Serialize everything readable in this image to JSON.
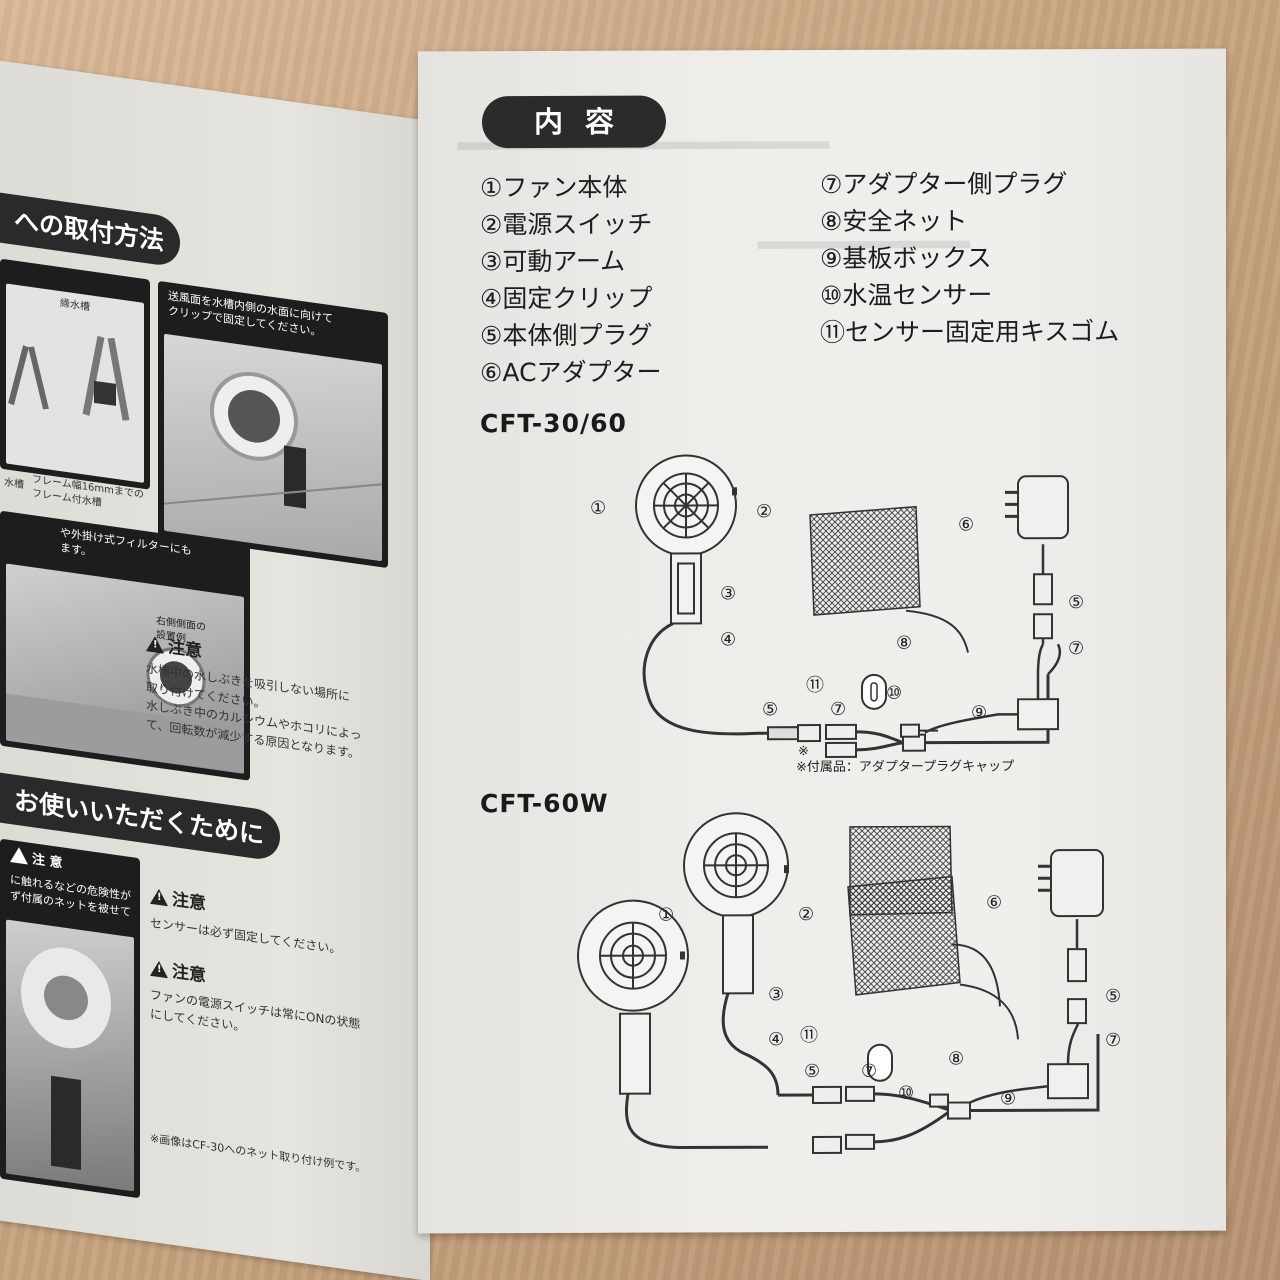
{
  "left": {
    "section_install": "への取付方法",
    "photo1_caption": "送風面を水槽内側の水面に向けて\nクリップで固定してください。",
    "tank_label": "縁水槽",
    "frame_label_a": "水槽",
    "frame_label_b": "フレーム幅16mmまでの\nフレーム付水槽",
    "photo2_caption": "や外掛け式フィルターにも\nます。",
    "photo2_inset": "右側側面の\n設置例",
    "warn1_title": "注意",
    "warn1_text": "水槽中の水しぶきを吸引しない場所に\n取り付けてください。\n水しぶき中のカルシウムやホコリによっ\nて、回転数が減少する原因となります。",
    "section_use": "お使いいただくために",
    "photo3_caption": "注 意",
    "photo3_text": "に触れるなどの危険性が\nず付属のネットを被せて",
    "warn2_title": "注意",
    "warn2_text": "センサーは必ず固定してください。",
    "warn3_title": "注意",
    "warn3_text": "ファンの電源スイッチは常にONの状態\nにしてください。",
    "photo_note": "※画像はCF-30へのネット取り付け例です。"
  },
  "right": {
    "title": "内容",
    "parts_left": [
      "①ファン本体",
      "②電源スイッチ",
      "③可動アーム",
      "④固定クリップ",
      "⑤本体側プラグ",
      "⑥ACアダプター"
    ],
    "parts_right": [
      "⑦アダプター側プラグ",
      "⑧安全ネット",
      "⑨基板ボックス",
      "⑩水温センサー",
      "⑪センサー固定用キスゴム"
    ],
    "model1": "CFT-30/60",
    "model2": "CFT-60W",
    "accessory_mark": "※",
    "accessory_note": "※付属品：アダプタープラグキャップ",
    "callouts": {
      "c1": "①",
      "c2": "②",
      "c3": "③",
      "c4": "④",
      "c5": "⑤",
      "c6": "⑥",
      "c7": "⑦",
      "c8": "⑧",
      "c9": "⑨",
      "c10": "⑩",
      "c11": "⑪"
    }
  }
}
